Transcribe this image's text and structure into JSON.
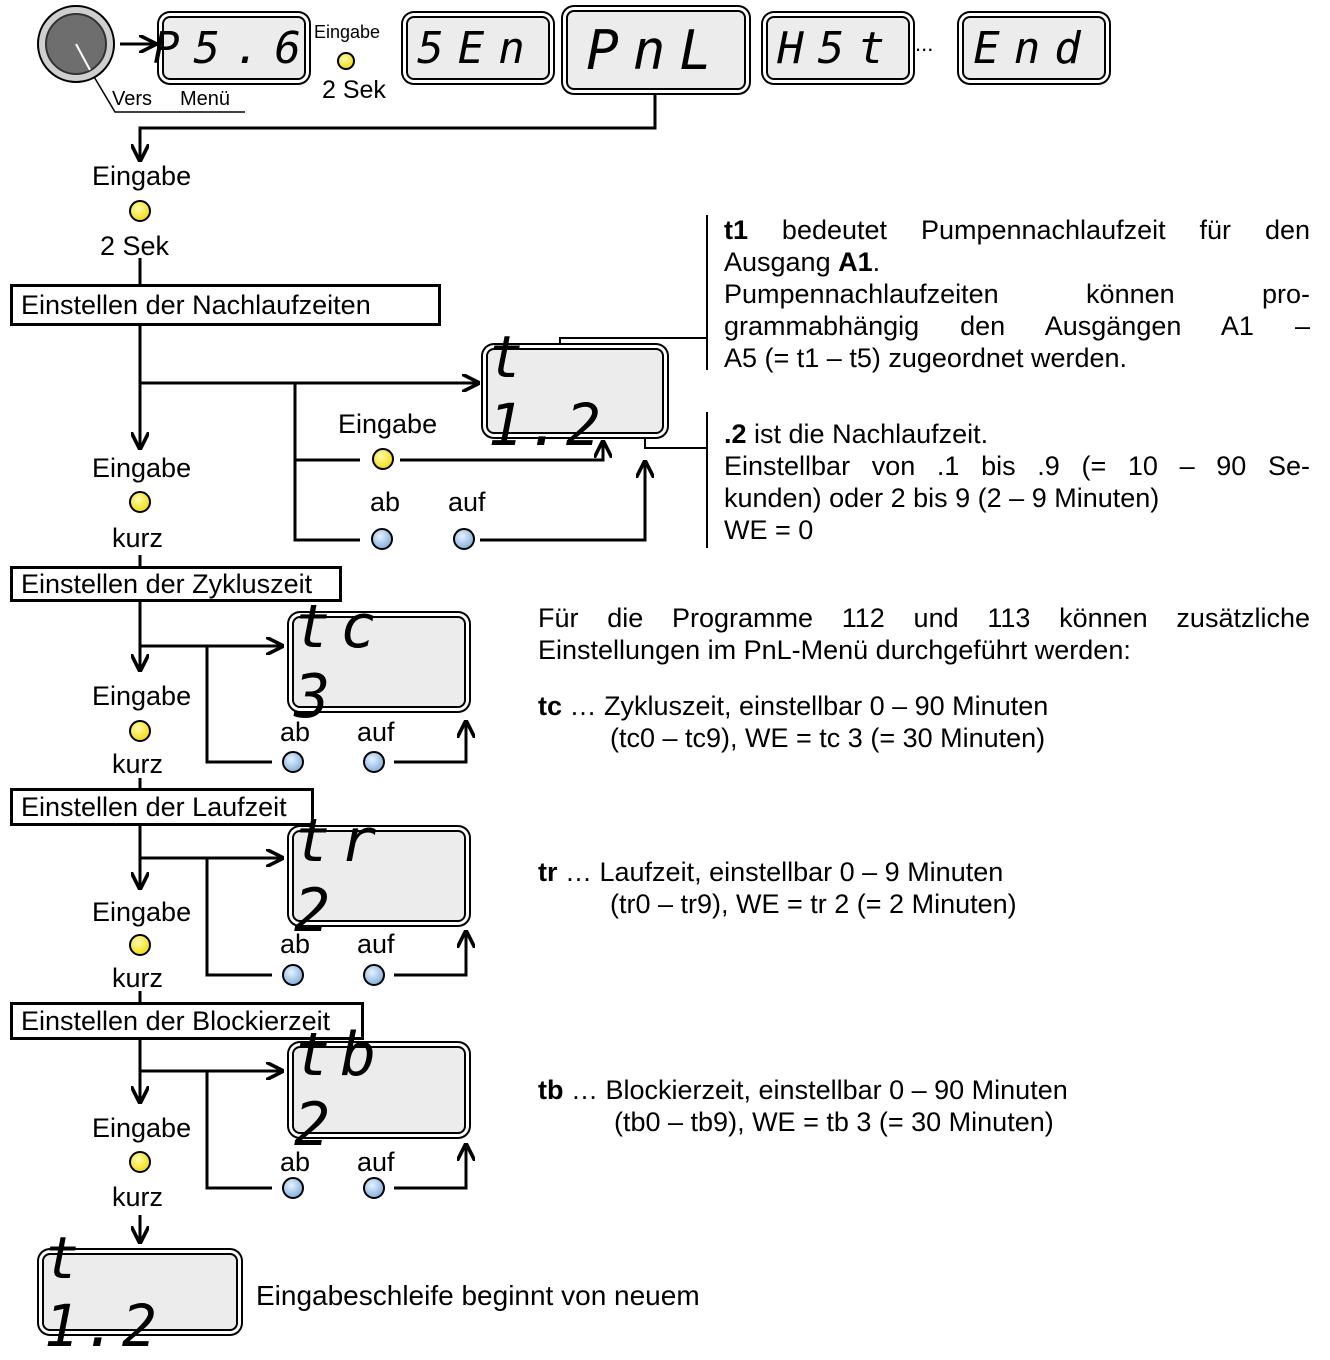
{
  "top": {
    "displays": [
      "P5.6",
      "5En",
      "PnL",
      "H5t",
      "End"
    ],
    "vers_label": "Vers",
    "menu_label": "Menü",
    "eingabe_small": "Eingabe",
    "two_sek": "2 Sek",
    "ellipsis": "..."
  },
  "left": {
    "eingabe": "Eingabe",
    "two_sek": "2 Sek",
    "kurz": "kurz",
    "ab": "ab",
    "auf": "auf"
  },
  "sections": [
    {
      "title": "Einstellen der Nachlaufzeiten",
      "display": "t 1.2"
    },
    {
      "title": "Einstellen der Zykluszeit",
      "display": "tc 3"
    },
    {
      "title": "Einstellen der Laufzeit",
      "display": "tr 2"
    },
    {
      "title": "Einstellen der Blockierzeit",
      "display": "tb 2"
    }
  ],
  "bottom": {
    "display": "t 1.2",
    "text": "Eingabeschleife beginnt von neuem"
  },
  "notes": {
    "t1_bold": "t1",
    "t1_line1_rest": " bedeutet Pumpennachlaufzeit für den",
    "t1_line2_a": "Ausgang ",
    "t1_line2_bold": "A1",
    "t1_line2_b": ".",
    "t1_line3": "Pumpennachlaufzeiten können pro-",
    "t1_line4": "grammabhängig den Ausgängen A1 –",
    "t1_line5": "A5 (= t1 – t5) zugeordnet werden.",
    "n2_bold": ".2",
    "n2_line1_rest": " ist die Nachlaufzeit.",
    "n2_line2": "Einstellbar von .1 bis .9 (= 10 – 90 Se-",
    "n2_line3": "kunden) oder 2 bis 9 (2 – 9 Minuten)",
    "n2_line4": "WE = 0",
    "prog_line1": "Für die Programme 112 und 113 können zusätzliche",
    "prog_line2": "Einstellungen im PnL-Menü durchgeführt werden:",
    "tc_bold": "tc",
    "tc_line1": " … Zykluszeit, einstellbar 0 – 90 Minuten",
    "tc_line2": "(tc0 – tc9), WE = tc 3 (= 30 Minuten)",
    "tr_bold": "tr",
    "tr_line1": " … Laufzeit, einstellbar 0 – 9 Minuten",
    "tr_line2": "(tr0 – tr9), WE = tr 2 (= 2 Minuten)",
    "tb_bold": "tb",
    "tb_line1": " … Blockierzeit, einstellbar 0 – 90 Minuten",
    "tb_line2": "(tb0 – tb9), WE = tb 3 (= 30 Minuten)"
  },
  "colors": {
    "led_yellow": "#f2e020",
    "led_blue": "#8fb8e0",
    "underline_red": "#d42020",
    "display_bg": "#ececec"
  }
}
